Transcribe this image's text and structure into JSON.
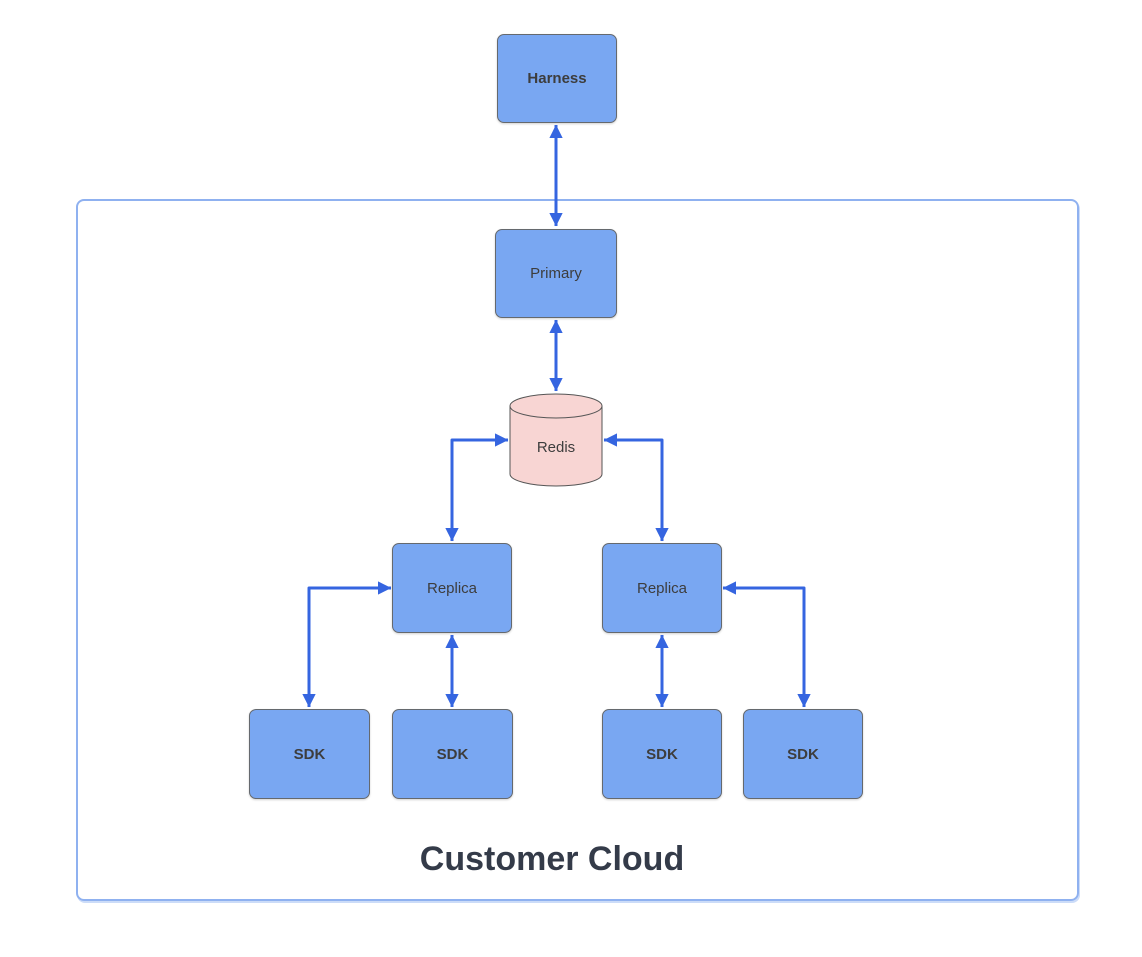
{
  "title": "Customer Cloud",
  "colors": {
    "node_fill": "#79a7f2",
    "node_border": "#65696e",
    "node_text": "#3d3d3d",
    "redis_fill": "#f8d5d3",
    "redis_border": "#555555",
    "arrow": "#3565e0",
    "container_border": "#8fb1f0",
    "title_text": "#343b49",
    "canvas_bg": "#ffffff"
  },
  "nodes": {
    "harness": {
      "label": "Harness"
    },
    "primary": {
      "label": "Primary"
    },
    "redis": {
      "label": "Redis"
    },
    "replica_left": {
      "label": "Replica"
    },
    "replica_right": {
      "label": "Replica"
    },
    "sdk_a": {
      "label": "SDK"
    },
    "sdk_b": {
      "label": "SDK"
    },
    "sdk_c": {
      "label": "SDK"
    },
    "sdk_d": {
      "label": "SDK"
    }
  },
  "edges": [
    {
      "from": "harness",
      "to": "primary",
      "direction": "bidirectional"
    },
    {
      "from": "primary",
      "to": "redis",
      "direction": "bidirectional"
    },
    {
      "from": "redis",
      "to": "replica_left",
      "direction": "bidirectional"
    },
    {
      "from": "redis",
      "to": "replica_right",
      "direction": "bidirectional"
    },
    {
      "from": "replica_left",
      "to": "sdk_a",
      "direction": "bidirectional"
    },
    {
      "from": "replica_left",
      "to": "sdk_b",
      "direction": "bidirectional"
    },
    {
      "from": "replica_right",
      "to": "sdk_c",
      "direction": "bidirectional"
    },
    {
      "from": "replica_right",
      "to": "sdk_d",
      "direction": "bidirectional"
    }
  ]
}
